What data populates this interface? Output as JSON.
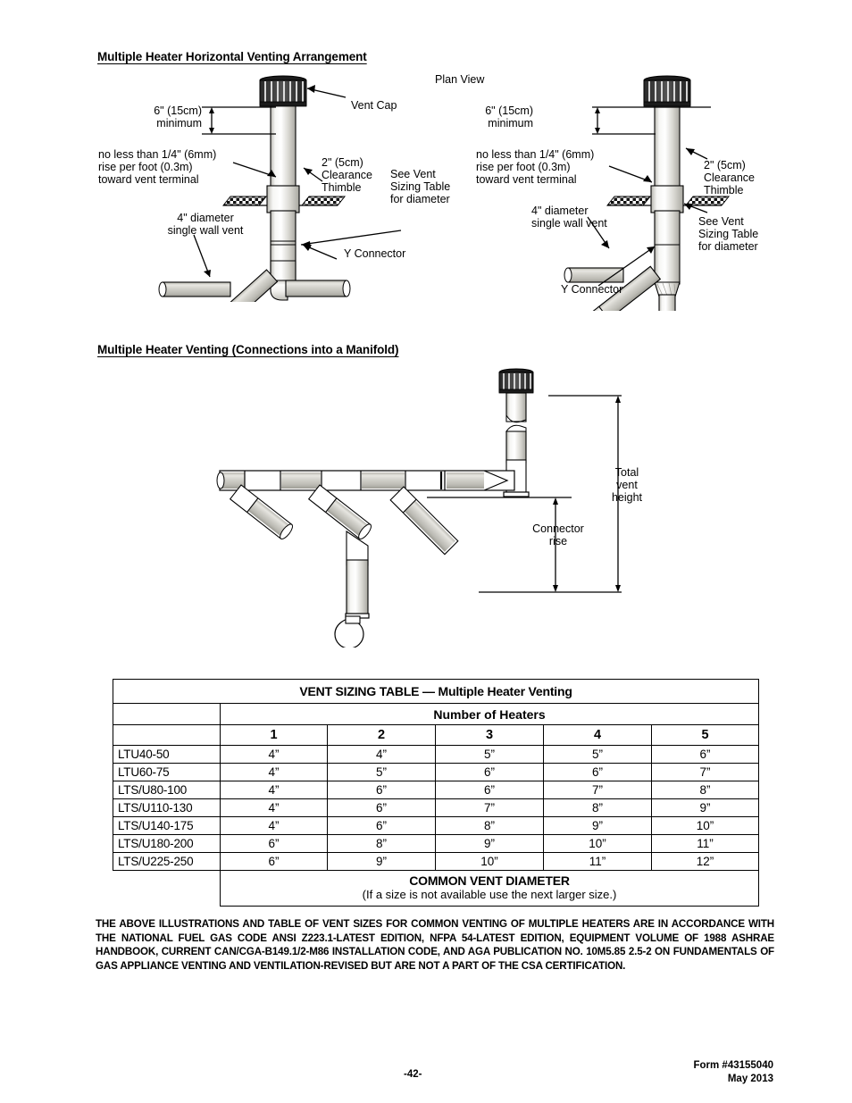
{
  "page": {
    "number": "-42-",
    "form": "Form #43155040",
    "date": "May 2013"
  },
  "sections": {
    "horizontal": {
      "heading": "Multiple Heater Horizontal Venting Arrangement",
      "plan_view_label": "Plan View",
      "left_diagram": {
        "vent_cap": "Vent Cap",
        "minimum_clearance": "6\" (15cm)\nminimum",
        "rise_note": "no less than 1/4\" (6mm)\nrise per foot (0.3m)\ntoward vent terminal",
        "thimble": "2\" (5cm)\nClearance\nThimble",
        "see_table": "See Vent\nSizing Table\nfor diameter",
        "single_wall": "4\" diameter\nsingle wall vent",
        "y_connector": "Y Connector"
      },
      "right_diagram": {
        "minimum_clearance": "6\" (15cm)\nminimum",
        "rise_note": "no less than 1/4\" (6mm)\nrise per foot (0.3m)\ntoward vent terminal",
        "thimble": "2\" (5cm)\nClearance\nThimble",
        "see_table": "See Vent\nSizing Table\nfor diameter",
        "single_wall": "4\" diameter\nsingle wall vent",
        "y_connector": "Y Connector"
      }
    },
    "manifold": {
      "heading": "Multiple Heater Venting (Connections into a Manifold)",
      "total_vent_height": "Total\nvent\nheight",
      "connector_rise": "Connector\nrise"
    }
  },
  "table": {
    "title": "VENT SIZING TABLE  —  Multiple Heater Venting",
    "subtitle": "Number of Heaters",
    "column_headers": [
      "1",
      "2",
      "3",
      "4",
      "5"
    ],
    "rows": [
      {
        "model": "LTU40-50",
        "sizes": [
          "4”",
          "4”",
          "5”",
          "5”",
          "6”"
        ]
      },
      {
        "model": "LTU60-75",
        "sizes": [
          "4”",
          "5”",
          "6”",
          "6”",
          "7”"
        ]
      },
      {
        "model": "LTS/U80-100",
        "sizes": [
          "4”",
          "6”",
          "6”",
          "7”",
          "8”"
        ]
      },
      {
        "model": "LTS/U110-130",
        "sizes": [
          "4”",
          "6”",
          "7”",
          "8”",
          "9”"
        ]
      },
      {
        "model": "LTS/U140-175",
        "sizes": [
          "4”",
          "6”",
          "8”",
          "9”",
          "10”"
        ]
      },
      {
        "model": "LTS/U180-200",
        "sizes": [
          "6”",
          "8”",
          "9”",
          "10”",
          "11”"
        ]
      },
      {
        "model": "LTS/U225-250",
        "sizes": [
          "6”",
          "9”",
          "10”",
          "11”",
          "12”"
        ]
      }
    ],
    "footer_title": "COMMON VENT DIAMETER",
    "footer_note": "(If a size is not available use the next larger size.)"
  },
  "legal_text": "THE ABOVE ILLUSTRATIONS AND TABLE OF VENT SIZES FOR COMMON VENTING OF MULTIPLE HEATERS ARE IN ACCORDANCE WITH THE NATIONAL FUEL GAS CODE ANSI Z223.1-LATEST EDITION, NFPA 54-LATEST EDITION, EQUIPMENT VOLUME OF 1988 ASHRAE HANDBOOK, CURRENT CAN/CGA-B149.1/2-M86 INSTALLATION CODE, AND AGA PUBLICATION NO. 10M5.85 2.5-2 ON FUNDAMENTALS OF GAS APPLIANCE VENTING AND VENTILATION-REVISED BUT ARE NOT A PART OF THE CSA CERTIFICATION.",
  "colors": {
    "ink": "#000000",
    "pipe_light": "#f2f2f0",
    "pipe_mid": "#c9c8c2",
    "pipe_dark": "#9a9992",
    "paper": "#ffffff"
  }
}
